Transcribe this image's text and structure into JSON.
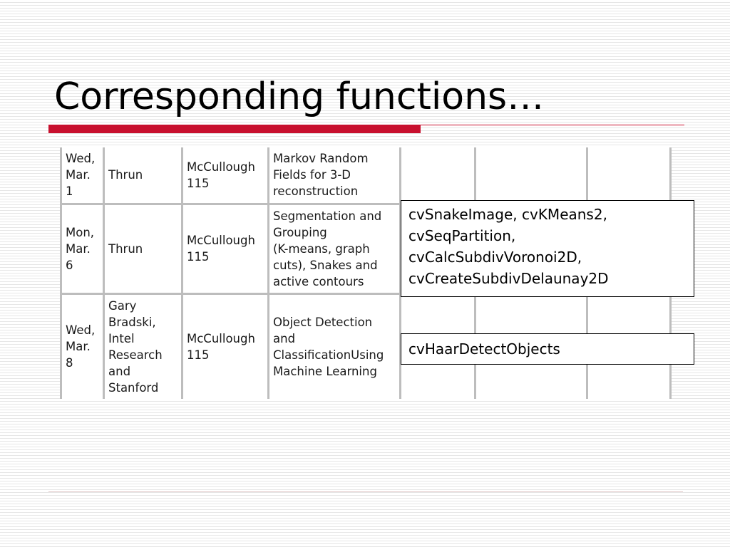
{
  "slide": {
    "title": "Corresponding functions…"
  },
  "schedule": {
    "rows": [
      {
        "date": "Wed,\nMar.\n1",
        "speaker": "Thrun",
        "location": "McCullough\n115",
        "topic": "Markov Random\nFields for 3-D\nreconstruction"
      },
      {
        "date": "Mon,\nMar.\n6",
        "speaker": "Thrun",
        "location": "McCullough\n115",
        "topic": "Segmentation and\nGrouping\n(K-means, graph\ncuts), Snakes and\nactive contours"
      },
      {
        "date": "Wed,\nMar.\n8",
        "speaker": "Gary\nBradski,\nIntel\nResearch\nand\nStanford",
        "location": "McCullough\n115",
        "topic": "Object Detection\nand\nClassificationUsing\nMachine Learning"
      }
    ]
  },
  "callouts": {
    "segmentation": {
      "lines": [
        "cvSnakeImage, cvKMeans2,",
        "cvSeqPartition,",
        "cvCalcSubdivVoronoi2D,",
        "cvCreateSubdivDelaunay2D"
      ]
    },
    "detection": {
      "lines": [
        "cvHaarDetectObjects"
      ]
    }
  },
  "colors": {
    "accent_red": "#c8102e",
    "grid_gray": "#bdbdbd"
  }
}
